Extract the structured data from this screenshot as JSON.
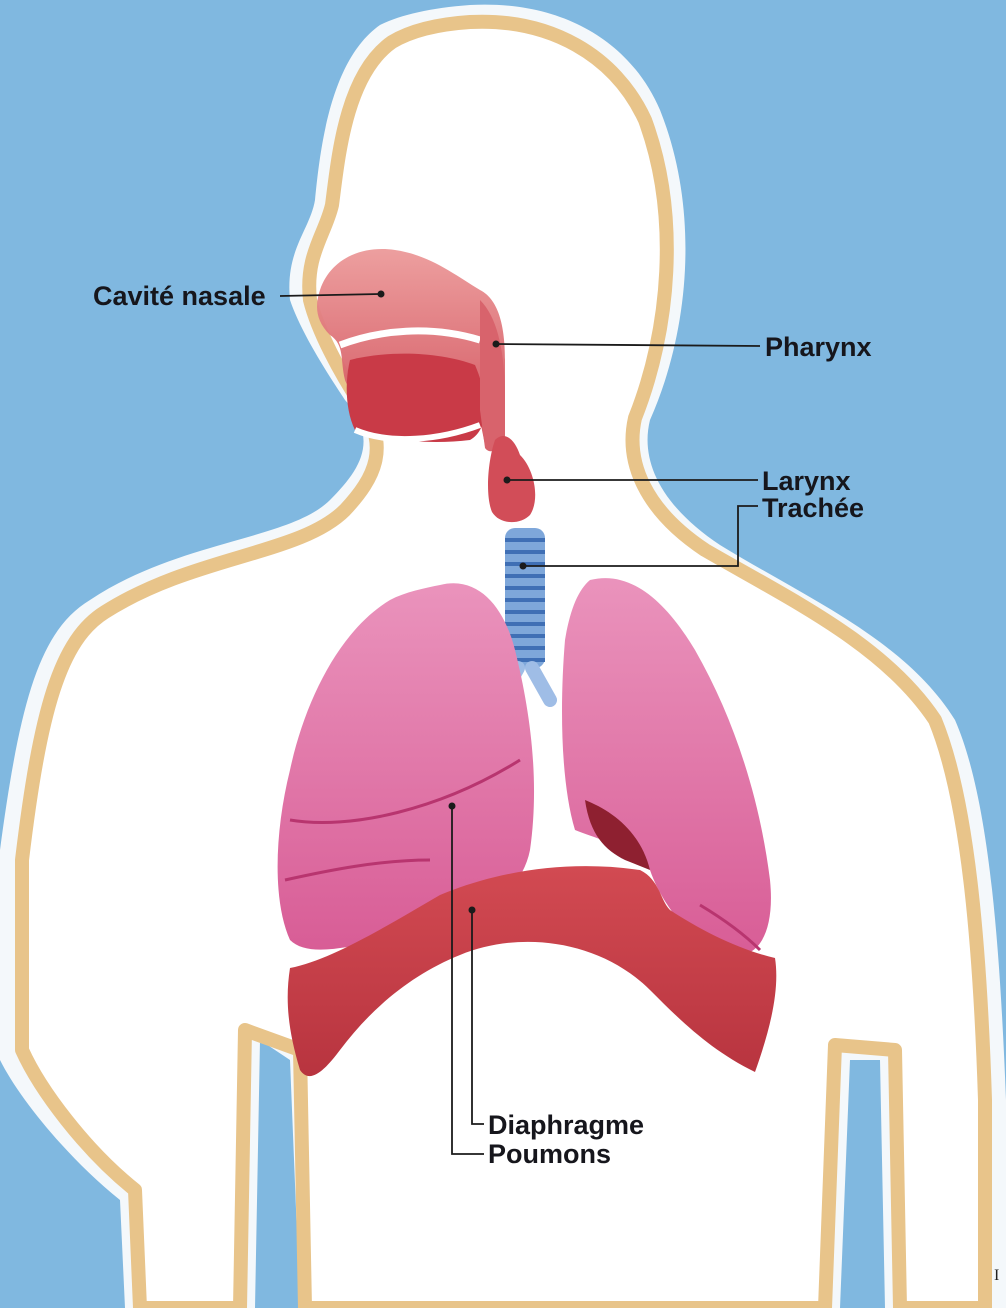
{
  "diagram": {
    "labels": {
      "nasal_cavity": "Cavité nasale",
      "pharynx": "Pharynx",
      "larynx": "Larynx",
      "trachea": "Trachée",
      "diaphragm": "Diaphragme",
      "lungs": "Poumons"
    },
    "corner_mark": "I"
  },
  "colors": {
    "background": "#80b8e0",
    "body_fill": "#ffffff",
    "body_outline": "#e8c48a",
    "airway": "#d2525a",
    "lungs": "#e07aa6",
    "trachea": "#5f8fcf",
    "diaphragm": "#c8404a",
    "leader_lines": "#1b1b1b"
  }
}
